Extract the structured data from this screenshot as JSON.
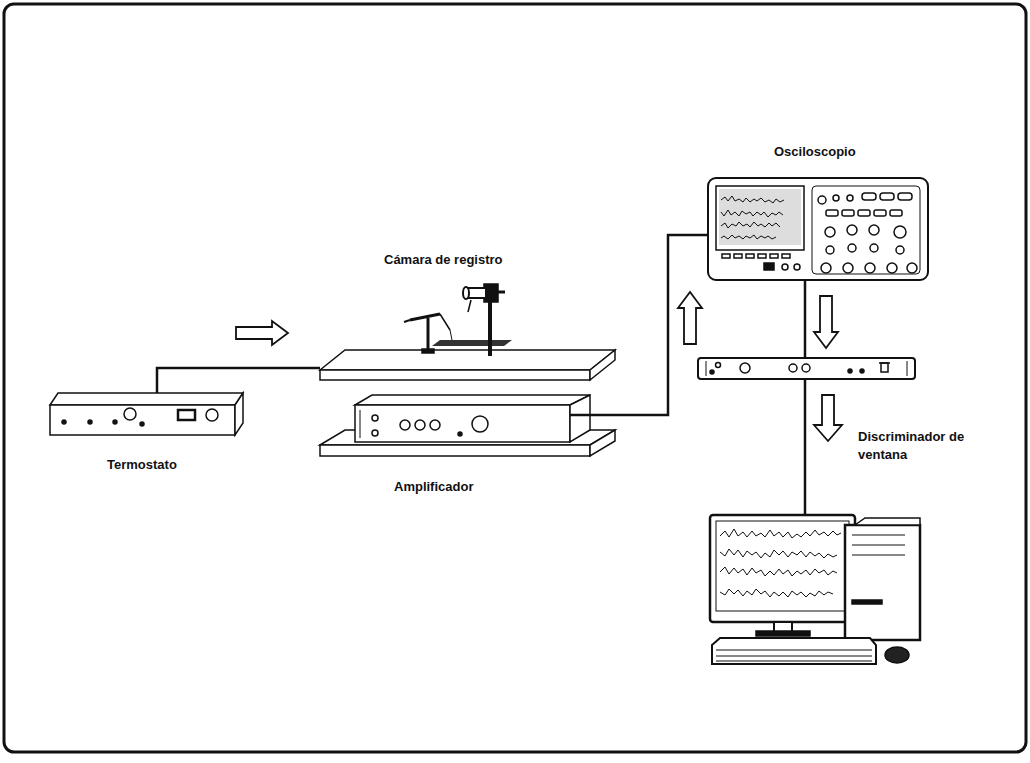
{
  "diagram": {
    "nodes": [
      {
        "text": [
          "Termostato"
        ]
      },
      {
        "text": [
          "Cámara de registro"
        ]
      },
      {
        "text": [
          "Amplificador"
        ]
      },
      {
        "text": [
          "Osciloscopio"
        ]
      },
      {
        "text": [
          "Discriminador de ventana"
        ]
      }
    ],
    "edges": [
      {
        "from": 0,
        "to": 1,
        "arrow": "to"
      },
      {
        "from": 2,
        "to": 3,
        "arrow": "to"
      },
      {
        "from": 3,
        "to": 4,
        "arrow": "to"
      }
    ]
  }
}
